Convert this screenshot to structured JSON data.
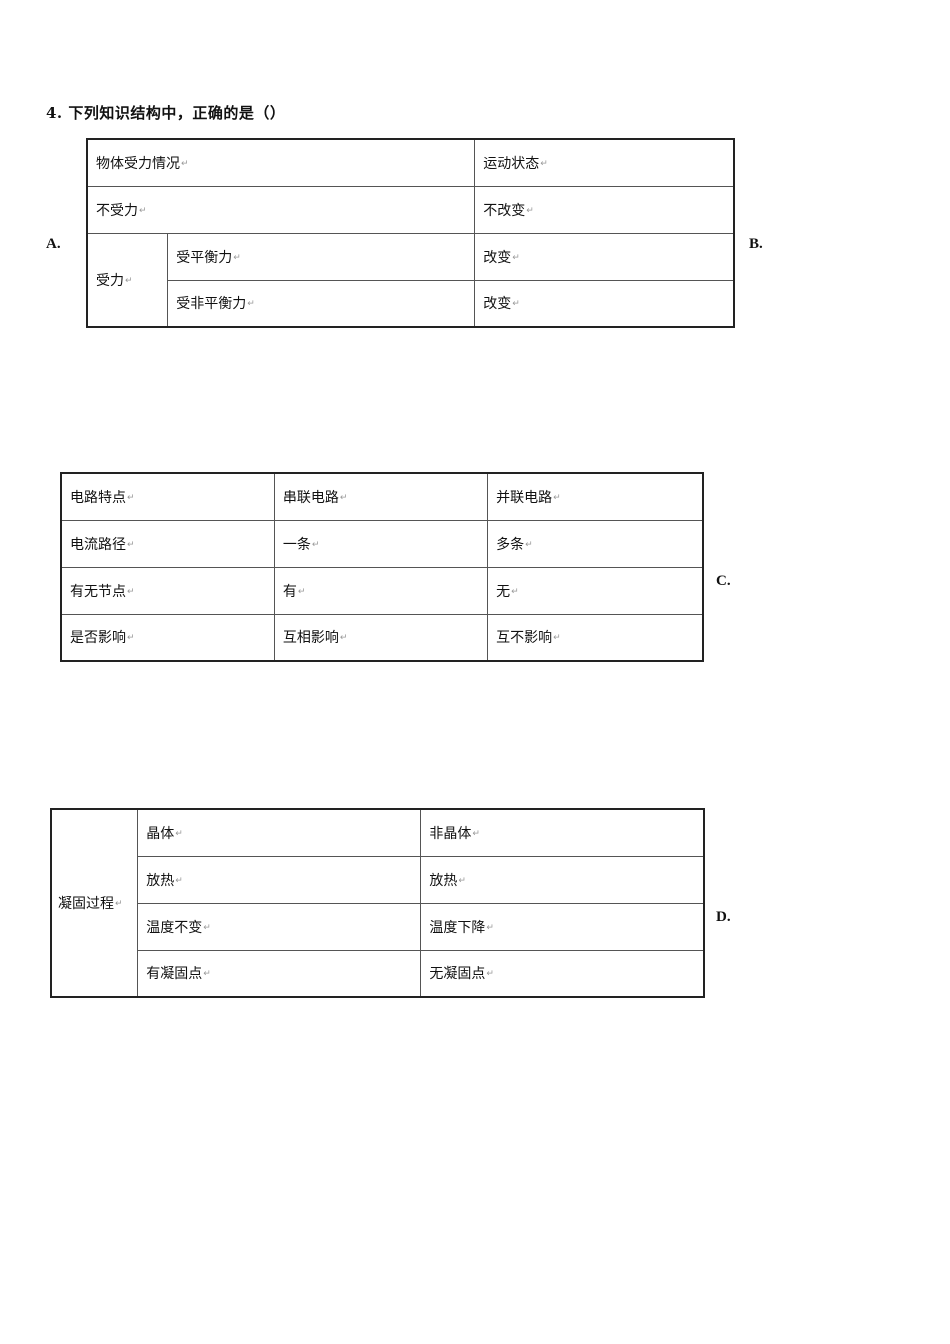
{
  "question": {
    "number": "4.",
    "text": "下列知识结构中，正确的是（）"
  },
  "options": [
    {
      "label": "A.",
      "table": {
        "header": [
          "物体受力情况",
          "运动状态"
        ],
        "rows": [
          {
            "cond": "不受力",
            "result": "不改变"
          },
          {
            "group": "受力",
            "sub": "受平衡力",
            "result": "改变"
          },
          {
            "group": "受力",
            "sub": "受非平衡力",
            "result": "改变"
          }
        ]
      }
    },
    {
      "label": "B."
    },
    {
      "label": "C.",
      "table": {
        "rows": [
          [
            "电路特点",
            "串联电路",
            "并联电路"
          ],
          [
            "电流路径",
            "一条",
            "多条"
          ],
          [
            "有无节点",
            "有",
            "无"
          ],
          [
            "是否影响",
            "互相影响",
            "互不影响"
          ]
        ]
      }
    },
    {
      "label": "D.",
      "table": {
        "group": "凝固过程",
        "rows": [
          [
            "晶体",
            "非晶体"
          ],
          [
            "放热",
            "放热"
          ],
          [
            "温度不变",
            "温度下降"
          ],
          [
            "有凝固点",
            "无凝固点"
          ]
        ]
      }
    }
  ]
}
